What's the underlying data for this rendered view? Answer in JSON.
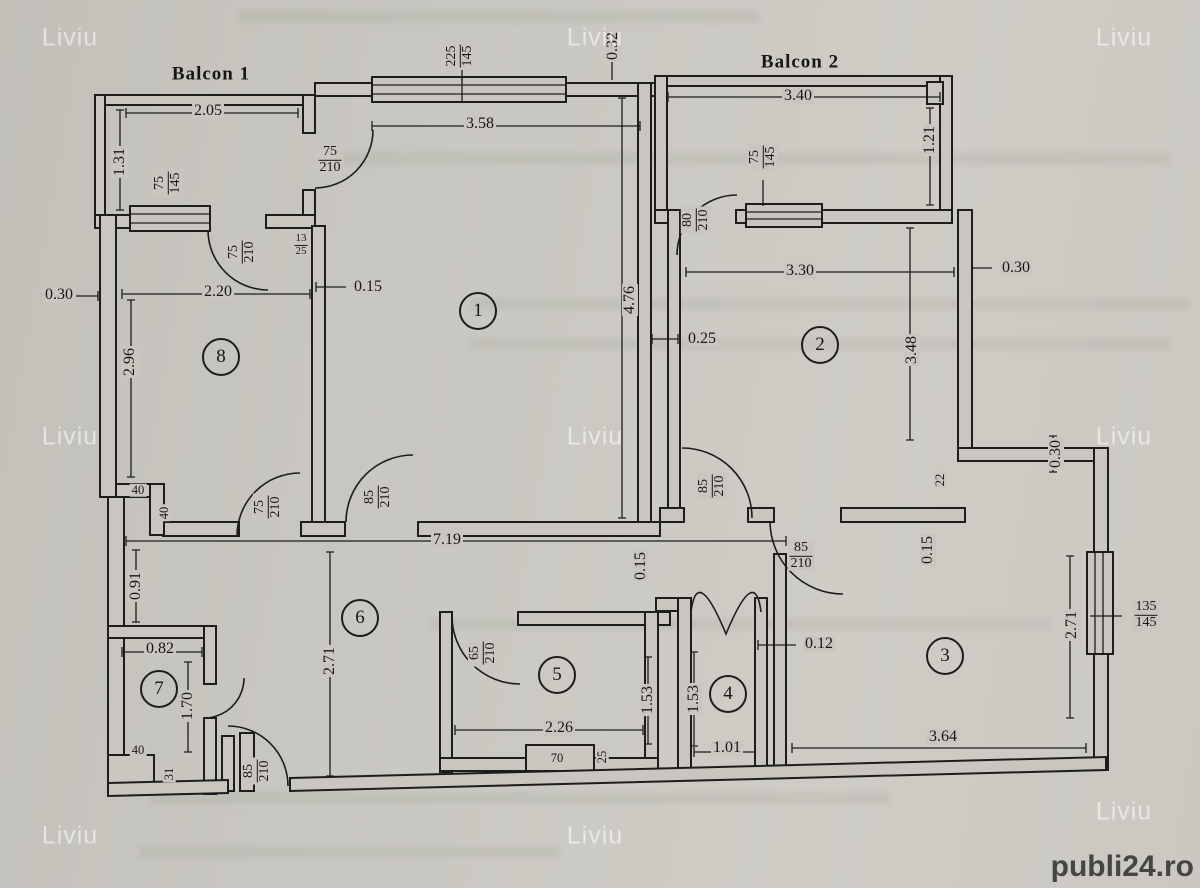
{
  "watermarks": {
    "liviu": "Liviu",
    "brand": "publi24.ro"
  },
  "balconies": {
    "b1": "Balcon 1",
    "b2": "Balcon 2"
  },
  "rooms": {
    "r1": "1",
    "r2": "2",
    "r3": "3",
    "r4": "4",
    "r5": "5",
    "r6": "6",
    "r7": "7",
    "r8": "8"
  },
  "dims": {
    "w205": "2.05",
    "w358": "3.58",
    "v032": "0.32",
    "w340": "3.40",
    "v121": "1.21",
    "v131": "1.31",
    "w220": "2.20",
    "g015a": "0.15",
    "g030l": "0.30",
    "v296": "2.96",
    "v476": "4.76",
    "g025": "0.25",
    "w330": "3.30",
    "g030r": "0.30",
    "v348": "3.48",
    "s40a": "40",
    "s40b": "40",
    "w719": "7.19",
    "s22": "22",
    "v030step": "0.30",
    "v015r": "0.15",
    "v015m": "0.15",
    "v091": "0.91",
    "v271hall": "2.71",
    "w082": "0.82",
    "v170": "1.70",
    "w226": "2.26",
    "v153a": "1.53",
    "s70": "70",
    "s25": "25",
    "v153b": "1.53",
    "w101": "1.01",
    "g012": "0.12",
    "w364": "3.64",
    "v271r3": "2.71",
    "s40c": "40",
    "s31": "31"
  },
  "fracs": {
    "balc1_door": {
      "t": "75",
      "b": "210"
    },
    "balc1_window": {
      "t": "75",
      "b": "145"
    },
    "room8_balc_door": {
      "t": "75",
      "b": "210"
    },
    "wall_jog": {
      "t": "13",
      "b": "25"
    },
    "living_window": {
      "t": "225",
      "b": "145"
    },
    "balc2_window": {
      "t": "75",
      "b": "145"
    },
    "balc2_door": {
      "t": "80",
      "b": "210"
    },
    "room8_hall_door": {
      "t": "75",
      "b": "210"
    },
    "room1_hall_door": {
      "t": "85",
      "b": "210"
    },
    "room2_door": {
      "t": "85",
      "b": "210"
    },
    "room3_door": {
      "t": "85",
      "b": "210"
    },
    "bath_door": {
      "t": "65",
      "b": "210"
    },
    "entry_door": {
      "t": "85",
      "b": "210"
    },
    "room3_window": {
      "t": "135",
      "b": "145"
    }
  }
}
